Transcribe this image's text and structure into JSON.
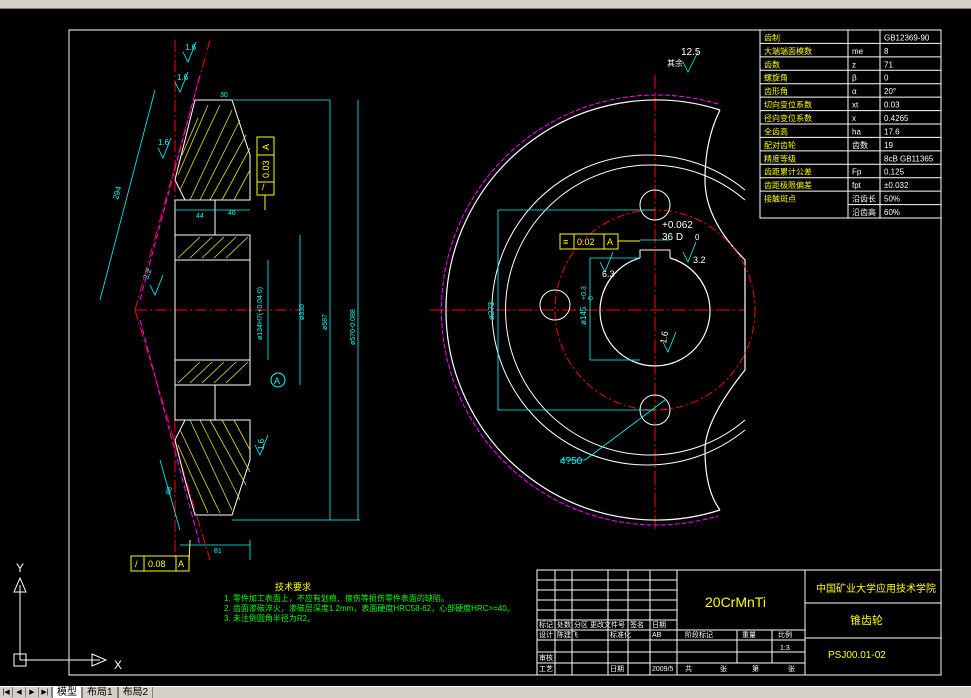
{
  "tabs": [
    {
      "label": "模型"
    },
    {
      "label": "布局1"
    },
    {
      "label": "布局2"
    }
  ],
  "ucs": {
    "x_label": "X",
    "y_label": "Y"
  },
  "title_block": {
    "material": "20CrMnTi",
    "school": "中国矿业大学应用技术学院",
    "part_name": "锥齿轮",
    "drawing_no": "PSJ00.01-02",
    "scale": "1:3",
    "date": "2009/5",
    "row1": [
      "标记",
      "处数",
      "分区",
      "更改文件号",
      "签名",
      "日期"
    ],
    "row2": [
      "设计",
      "陈建飞",
      "标准化",
      "AB"
    ],
    "labels_right": [
      "阶段标记",
      "重量",
      "比例"
    ],
    "audit": "审核",
    "process": "工艺",
    "approve": "日期",
    "sheet": [
      "共",
      "张",
      "第",
      "张"
    ]
  },
  "tech_req": {
    "title": "技术要求",
    "lines": [
      "1. 零件加工表面上，不应有划痕、擦伤等损伤零件表面的缺陷。",
      "2. 齿面渗碳淬火，渗碳层深度1.2mm，表面硬度HRC58-62，心部硬度HRC>=40。",
      "3. 未注倒圆角半径为R2。"
    ]
  },
  "param_table": {
    "rows": [
      [
        "齿制",
        "",
        "GB12369-90"
      ],
      [
        "大端端面模数",
        "me",
        "8"
      ],
      [
        "齿数",
        "z",
        "71"
      ],
      [
        "螺旋角",
        "β",
        "0"
      ],
      [
        "齿形角",
        "α",
        "20°"
      ],
      [
        "切向变位系数",
        "xt",
        "0.03"
      ],
      [
        "径向变位系数",
        "x",
        "0.4265"
      ],
      [
        "全齿高",
        "ha",
        "17.6"
      ],
      [
        "配对齿轮",
        "齿数",
        "19"
      ],
      [
        "精度等级",
        "",
        "8cB GB11365"
      ],
      [
        "齿距累计公差",
        "Fp",
        "0.125"
      ],
      [
        "齿距极限偏差",
        "fpt",
        "±0.032"
      ],
      [
        "接触斑点",
        "沿齿长",
        "50%"
      ],
      [
        "",
        "沿齿高",
        "60%"
      ]
    ]
  },
  "section_view": {
    "dims": [
      "30",
      "294",
      "44",
      "46",
      "A",
      "81",
      "88",
      "ø134H7(+0.04 0)",
      "ø330",
      "ø587",
      "ø570-0.088"
    ],
    "roughness": [
      "1.6",
      "1.6",
      "1.6",
      "3.2",
      "1.6"
    ],
    "tol_frames": [
      {
        "symbol": "/",
        "value": "0.03",
        "datum": "A"
      },
      {
        "symbol": "/",
        "value": "0.08",
        "datum": "A"
      }
    ]
  },
  "front_view": {
    "dims": [
      "36  D",
      "+0.062",
      "0",
      "ø273",
      "ø145",
      "+0.3",
      "0",
      "4?50"
    ],
    "roughness": [
      "12.5",
      "6.3",
      "3.2",
      "1.6"
    ],
    "roughness_note": "其余",
    "tol_frame": {
      "symbol": "≡",
      "value": "0.02",
      "datum": "A"
    }
  },
  "colors": {
    "background": "#000000",
    "frame": "#ffffff",
    "dimension": "#00ffff",
    "center": "#ff0000",
    "hatch": "#ffff00",
    "text_yellow": "#ffff00",
    "text_green": "#00ff00",
    "magenta": "#ff00ff"
  }
}
